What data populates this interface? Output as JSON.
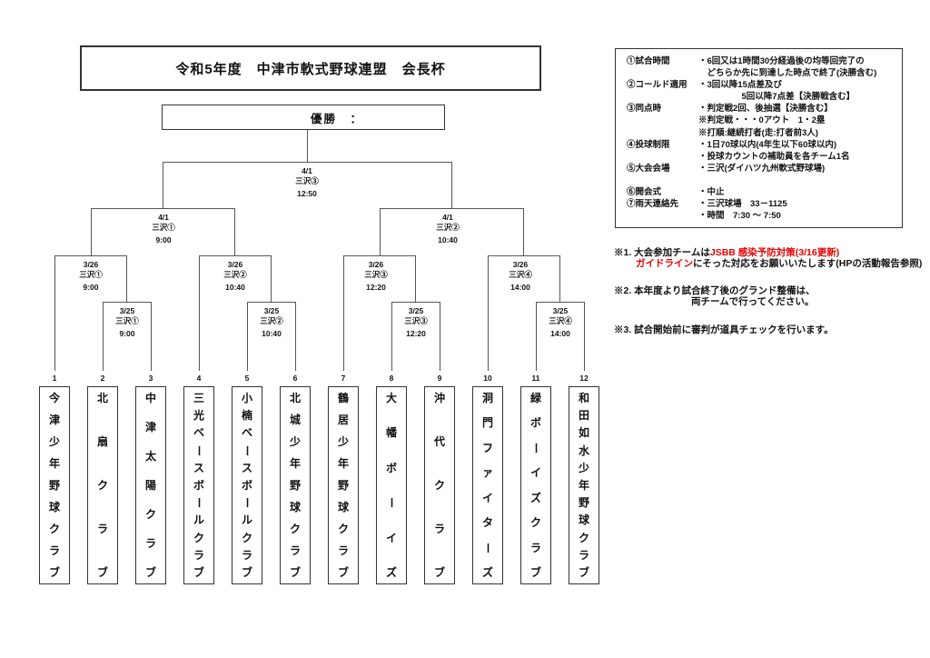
{
  "page": {
    "title": "令和5年度　中津市軟式野球連盟　会長杯",
    "champion_label": "優勝　："
  },
  "colors": {
    "accent_red": "#e60000",
    "line_gray": "#555555",
    "text_black": "#111111"
  },
  "matches": [
    {
      "round": "final",
      "date": "4/1",
      "venue": "三沢③",
      "time": "12:50"
    },
    {
      "round": "semifinal-1",
      "date": "4/1",
      "venue": "三沢①",
      "time": "9:00"
    },
    {
      "round": "semifinal-2",
      "date": "4/1",
      "venue": "三沢②",
      "time": "10:40"
    },
    {
      "round": "quarter-1",
      "date": "3/26",
      "venue": "三沢①",
      "time": "9:00"
    },
    {
      "round": "quarter-2",
      "date": "3/26",
      "venue": "三沢②",
      "time": "10:40"
    },
    {
      "round": "quarter-3",
      "date": "3/26",
      "venue": "三沢③",
      "time": "12:20"
    },
    {
      "round": "quarter-4",
      "date": "3/26",
      "venue": "三沢④",
      "time": "14:00"
    },
    {
      "round": "first-1",
      "date": "3/25",
      "venue": "三沢①",
      "time": "9:00"
    },
    {
      "round": "first-2",
      "date": "3/25",
      "venue": "三沢②",
      "time": "10:40"
    },
    {
      "round": "first-3",
      "date": "3/25",
      "venue": "三沢③",
      "time": "12:20"
    },
    {
      "round": "first-4",
      "date": "3/25",
      "venue": "三沢④",
      "time": "14:00"
    }
  ],
  "teams": [
    {
      "seed": "1",
      "name": "今津少年野球クラブ"
    },
    {
      "seed": "2",
      "name": "北扇クラブ"
    },
    {
      "seed": "3",
      "name": "中津太陽クラブ"
    },
    {
      "seed": "4",
      "name": "三光ベースボールクラブ"
    },
    {
      "seed": "5",
      "name": "小楠ベースボールクラブ"
    },
    {
      "seed": "6",
      "name": "北城少年野球クラブ"
    },
    {
      "seed": "7",
      "name": "鶴居少年野球クラブ"
    },
    {
      "seed": "8",
      "name": "大幡ボーイズ"
    },
    {
      "seed": "9",
      "name": "沖代クラブ"
    },
    {
      "seed": "10",
      "name": "洞門ファイターズ"
    },
    {
      "seed": "11",
      "name": "緑ボーイズクラブ"
    },
    {
      "seed": "12",
      "name": "和田如水少年野球クラブ"
    }
  ],
  "rules": {
    "rows": [
      {
        "label": "①試合時間",
        "text": "・6回又は1時間30分経過後の均等回完了の"
      },
      {
        "label": "",
        "text": "　どちらか先に到達した時点で終了(決勝含む)"
      },
      {
        "label": "②コールド適用",
        "text": "・3回以降15点差及び"
      },
      {
        "label": "",
        "text": "　　　　　5回以降7点差【決勝戦含む】"
      },
      {
        "label": "③同点時",
        "text": "・判定戦2回、後抽選【決勝含む】"
      },
      {
        "label": "",
        "text": "※判定戦・・・0アウト　1・2塁"
      },
      {
        "label": "",
        "text": "※打順:継続打者(走:打者前3人)"
      },
      {
        "label": "④投球制限",
        "text": "・1日70球以内(4年生以下60球以内)"
      },
      {
        "label": "",
        "text": "・投球カウントの補助員を各チーム1名"
      },
      {
        "label": "⑤大会会場",
        "text": "・三沢(ダイハツ九州軟式野球場)"
      },
      {
        "label": "⑥開会式",
        "text": "・中止"
      },
      {
        "label": "⑦雨天連絡先",
        "text": "・三沢球場　33－1125"
      },
      {
        "label": "",
        "text": "・時間　7:30 ～ 7:50"
      }
    ]
  },
  "notes": {
    "n1_black1": "※1. 大会参加チームは",
    "n1_red1": "JSBB 感染予防対策(3/16更新)",
    "n1_red2": "ガイドライン",
    "n1_black2": "にそった対応をお願いいたします(HPの活動報告参照)",
    "n2_line1": "※2. 本年度より試合終了後のグランド整備は、",
    "n2_line2": "両チームで行ってください。",
    "n3_line1": "※3. 試合開始前に審判が道具チェックを行います。"
  }
}
